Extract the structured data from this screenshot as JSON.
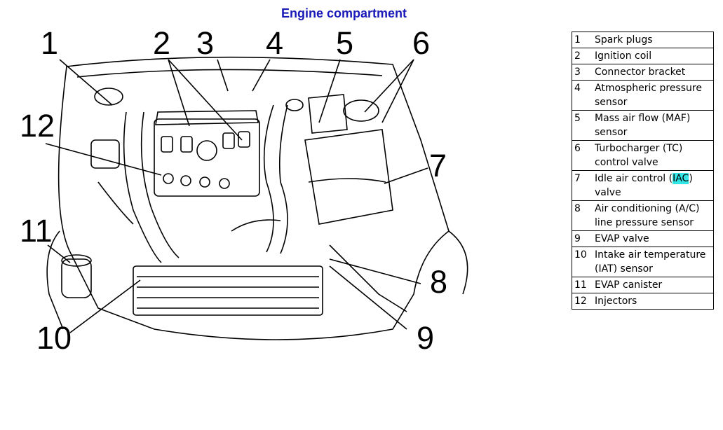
{
  "title": "Engine compartment",
  "callouts": [
    "1",
    "2",
    "3",
    "4",
    "5",
    "6",
    "7",
    "8",
    "9",
    "10",
    "11",
    "12"
  ],
  "legend": [
    {
      "num": "1",
      "label": "Spark plugs"
    },
    {
      "num": "2",
      "label": "Ignition coil"
    },
    {
      "num": "3",
      "label": "Connector bracket"
    },
    {
      "num": "4",
      "label": "Atmospheric pressure sensor"
    },
    {
      "num": "5",
      "label": "Mass air flow (MAF) sensor"
    },
    {
      "num": "6",
      "label": "Turbocharger (TC) control valve"
    },
    {
      "num": "7",
      "label_pre": "Idle air control (",
      "label_hl": "IAC",
      "label_post": ") valve"
    },
    {
      "num": "8",
      "label": "Air conditioning (A/C) line pressure sensor"
    },
    {
      "num": "9",
      "label": "EVAP valve"
    },
    {
      "num": "10",
      "label": "Intake air temperature (IAT) sensor"
    },
    {
      "num": "11",
      "label": "EVAP canister"
    },
    {
      "num": "12",
      "label": "Injectors"
    }
  ],
  "colors": {
    "title": "#1a1ab8",
    "highlight": "#33e5e5"
  }
}
